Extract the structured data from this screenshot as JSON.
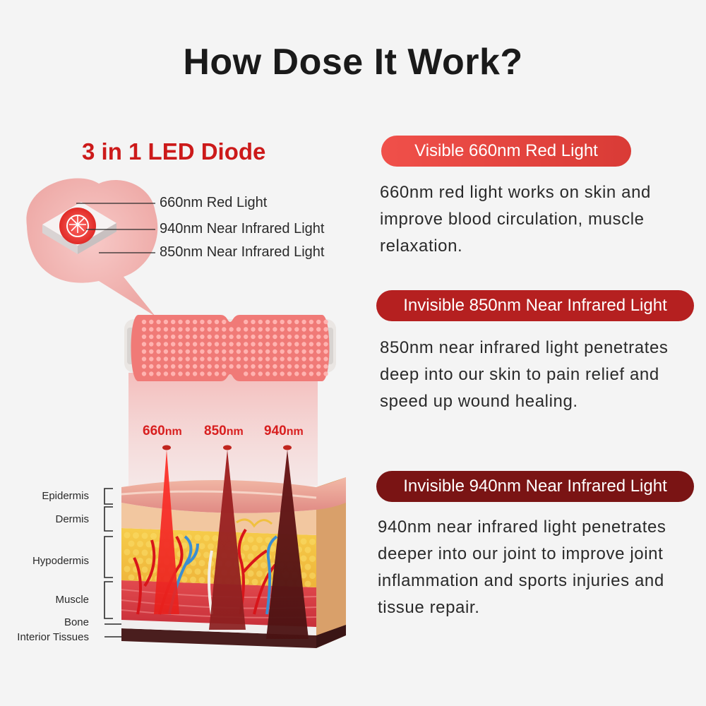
{
  "title": "How Dose It Work?",
  "subtitle": "3 in 1 LED Diode",
  "diode_labels": [
    "660nm Red Light",
    "940nm Near Infrared Light",
    "850nm Near Infrared Light"
  ],
  "beams": [
    {
      "num": "660",
      "unit": "nm",
      "color": "#e8201c"
    },
    {
      "num": "850",
      "unit": "nm",
      "color": "#8a1e1e"
    },
    {
      "num": "940",
      "unit": "nm",
      "color": "#5a1616"
    }
  ],
  "layers": [
    "Epidermis",
    "Dermis",
    "Hypodermis",
    "Muscle",
    "Bone",
    "Interior Tissues"
  ],
  "lights": [
    {
      "label": "Visible 660nm Red Light",
      "desc": "660nm red light works on skin and improve blood circulation, muscle relaxation."
    },
    {
      "label": "Invisible 850nm Near Infrared Light",
      "desc": "850nm near infrared light penetrates deep into our skin to pain relief and speed up wound healing."
    },
    {
      "label": "Invisible 940nm Near Infrared Light",
      "desc": "940nm near infrared light penetrates deeper into our joint to improve joint inflammation and sports injuries and tissue repair."
    }
  ],
  "colors": {
    "accent": "#cc1a1a",
    "pill1": "#e8443f",
    "pill2": "#b52020",
    "pill3": "#7a1414"
  }
}
